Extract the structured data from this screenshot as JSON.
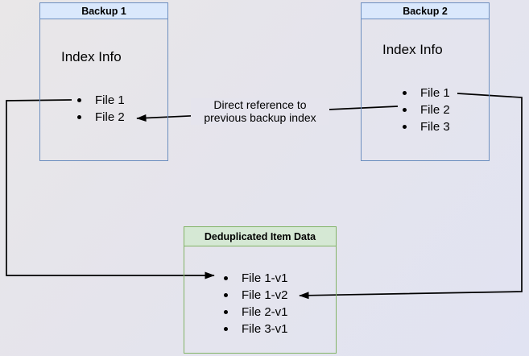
{
  "backup1": {
    "title": "Backup 1",
    "subtitle": "Index Info",
    "files": [
      "File 1",
      "File 2"
    ]
  },
  "backup2": {
    "title": "Backup 2",
    "subtitle": "Index Info",
    "files": [
      "File 1",
      "File 2",
      "File 3"
    ]
  },
  "dedup": {
    "title": "Deduplicated Item Data",
    "files": [
      "File 1-v1",
      "File 1-v2",
      "File 2-v1",
      "File 3-v1"
    ]
  },
  "annotation": {
    "line1": "Direct reference to",
    "line2": "previous backup index"
  },
  "colors": {
    "backup_header_fill": "#dae8fc",
    "backup_border": "#6c8ebf",
    "dedup_header_fill": "#d5e8d4",
    "dedup_border": "#82b366",
    "connector": "#000000"
  }
}
